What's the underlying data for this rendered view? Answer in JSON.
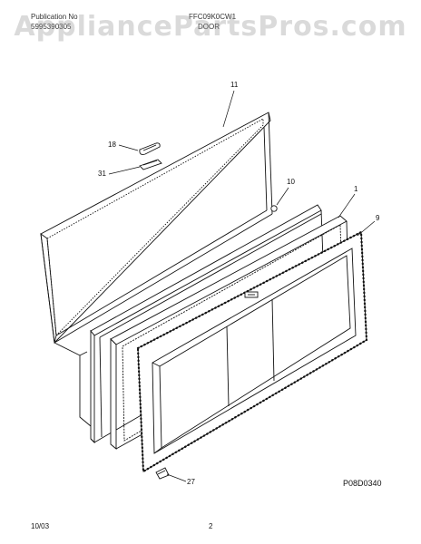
{
  "header": {
    "publication_label": "Publication No",
    "publication_number": "5995390305",
    "model": "FFC09K0CW1",
    "section": "DOOR"
  },
  "watermark": "AppliancePartsPros.com",
  "callouts": [
    "11",
    "18",
    "31",
    "10",
    "1",
    "9",
    "27"
  ],
  "diagram_code": "P08D0340",
  "footer": {
    "date": "10/03",
    "page": "2"
  }
}
